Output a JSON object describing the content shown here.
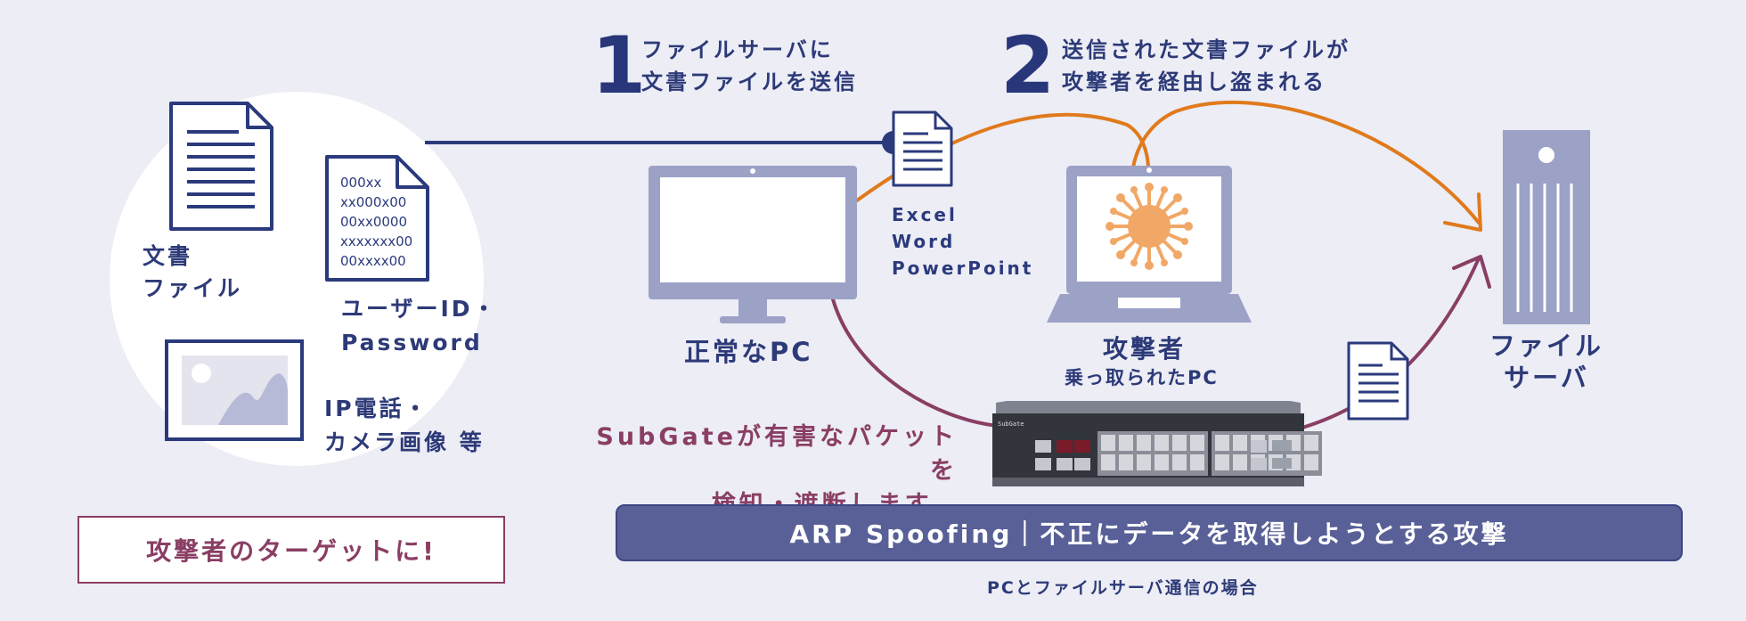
{
  "steps": [
    {
      "number": "1",
      "line1": "ファイルサーバに",
      "line2": "文書ファイルを送信"
    },
    {
      "number": "2",
      "line1": "送信された文書ファイルが",
      "line2": "攻撃者を経由し盗まれる"
    }
  ],
  "targets": {
    "document_label_1": "文書",
    "document_label_2": "ファイル",
    "credentials_lines": [
      "000xx",
      "xx000x00",
      "00xx0000",
      "xxxxxxx00",
      "00xxxx00"
    ],
    "credentials_label_1": "ユーザーID・",
    "credentials_label_2": "Password",
    "media_label_1": "IP電話・",
    "media_label_2": "カメラ画像 等"
  },
  "callout": "攻撃者のターゲットに!",
  "normal_pc_label": "正常なPC",
  "file_types": [
    "Excel",
    "Word",
    "PowerPoint"
  ],
  "attacker_label": "攻撃者",
  "attacker_sublabel": "乗っ取られたPC",
  "server_label_1": "ファイル",
  "server_label_2": "サーバ",
  "subgate_line1": "SubGateが有害なパケットを",
  "subgate_line2": "検知・遮断します。",
  "switch_brand": "SubGate",
  "banner": "ARP Spoofing｜不正にデータを取得しようとする攻撃",
  "caption": "PCとファイルサーバ通信の場合",
  "colors": {
    "background": "#ecedf5",
    "navy": "#2b3a7c",
    "device": "#9ca1c6",
    "orange_path": "#e07a1c",
    "magenta_path": "#8a3e64",
    "banner": "#586097"
  }
}
